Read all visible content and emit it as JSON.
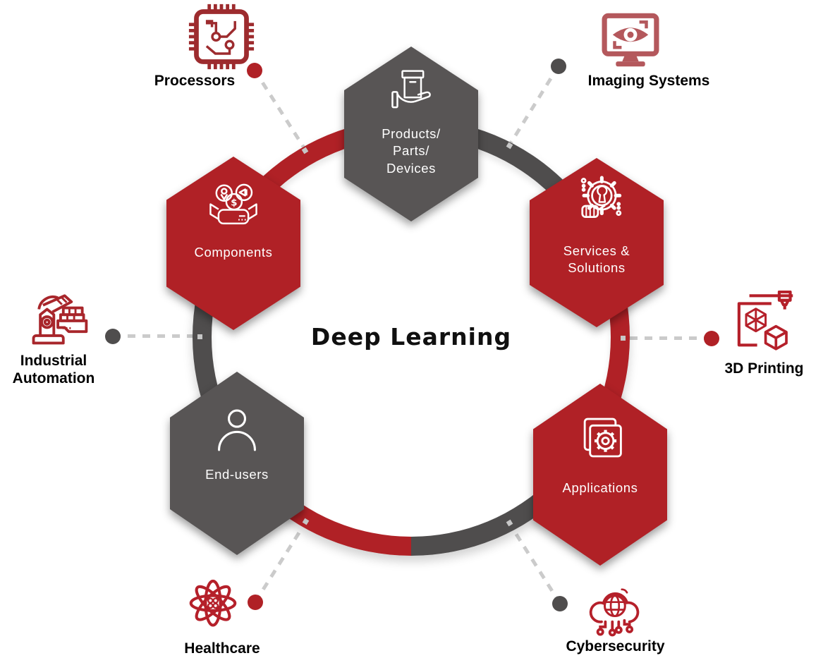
{
  "title": "Deep Learning",
  "colors": {
    "hex_red": "#b02126",
    "hex_gray": "#585555",
    "ring_red": "#b02126",
    "ring_gray": "#4f4d4d",
    "connector_gray": "#cbcbcb",
    "icon_dark_red": "#9d2b2e",
    "icon_muted_red": "#b4585c",
    "icon_red": "#b5202a",
    "label_black": "#000000"
  },
  "hexagons": [
    {
      "id": "products-parts-devices",
      "label": "Products/\nParts/\nDevices",
      "color": "gray",
      "icon": "hand-holding-box-icon"
    },
    {
      "id": "services-solutions",
      "label": "Services &\nSolutions",
      "color": "red",
      "icon": "hand-gear-wrench-icon"
    },
    {
      "id": "applications",
      "label": "Applications",
      "color": "red",
      "icon": "window-gear-icon"
    },
    {
      "id": "end-users",
      "label": "End-users",
      "color": "gray",
      "icon": "person-icon"
    },
    {
      "id": "components",
      "label": "Components",
      "color": "red",
      "icon": "marketing-box-icon"
    }
  ],
  "satellites": [
    {
      "id": "processors",
      "label": "Processors",
      "icon": "cpu-chip-icon",
      "dot_color": "red"
    },
    {
      "id": "imaging-systems",
      "label": "Imaging Systems",
      "icon": "monitor-eye-icon",
      "dot_color": "gray"
    },
    {
      "id": "3d-printing",
      "label": "3D Printing",
      "icon": "3d-printer-icon",
      "dot_color": "red"
    },
    {
      "id": "cybersecurity",
      "label": "Cybersecurity",
      "icon": "cloud-network-icon",
      "dot_color": "gray"
    },
    {
      "id": "healthcare",
      "label": "Healthcare",
      "icon": "atom-icon",
      "dot_color": "red"
    },
    {
      "id": "industrial-automation",
      "label": "Industrial\nAutomation",
      "icon": "robot-arm-icon",
      "dot_color": "gray"
    }
  ]
}
